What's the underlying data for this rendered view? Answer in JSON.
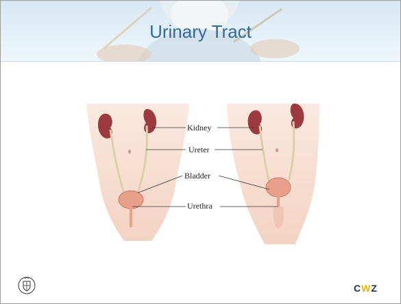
{
  "slide": {
    "title": "Urinary Tract"
  },
  "figure": {
    "labels": {
      "kidney": "Kidney",
      "ureter": "Ureter",
      "bladder": "Bladder",
      "urethra": "Urethra"
    },
    "colors": {
      "skin": "#f7ddd0",
      "kidney": "#9c3a3f",
      "ureter": "#d9d0a8",
      "bladder": "#e8a08a"
    }
  },
  "logos": {
    "left": "university-seal",
    "right_prefix": "C",
    "right_mark": "W",
    "right_suffix": "Z"
  }
}
